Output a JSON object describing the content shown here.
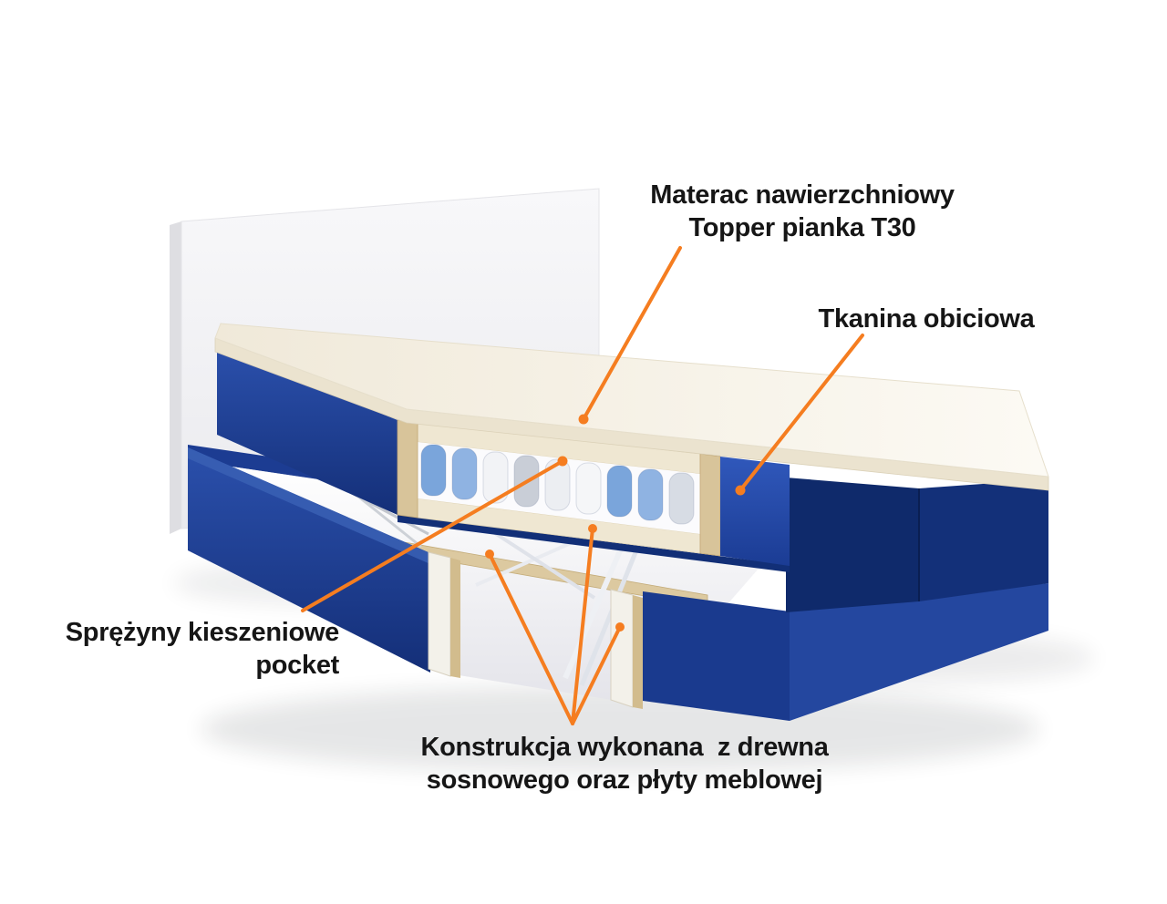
{
  "accent_color": "#f57d20",
  "text_color": "#161616",
  "colors": {
    "fabric_blue": "#1d3f9e",
    "fabric_navy": "#0f2a6b",
    "topper_cream": "#f3eddd",
    "wood_tan": "#d8c49a",
    "headboard_white": "#f4f4f6",
    "spring_blue": "#7aa5db",
    "spring_gray": "#c9ced7",
    "spring_white": "#f2f3f6"
  },
  "labels": {
    "topper": {
      "line1": "Materac nawierzchniowy",
      "line2": "Topper pianka T30"
    },
    "fabric": {
      "line1": "Tkanina obiciowa"
    },
    "springs": {
      "line1": "Sprężyny kieszeniowe",
      "line2": "pocket"
    },
    "construction": {
      "line1": "Konstrukcja wykonana  z drewna",
      "line2": "sosnowego oraz płyty meblowej"
    }
  }
}
